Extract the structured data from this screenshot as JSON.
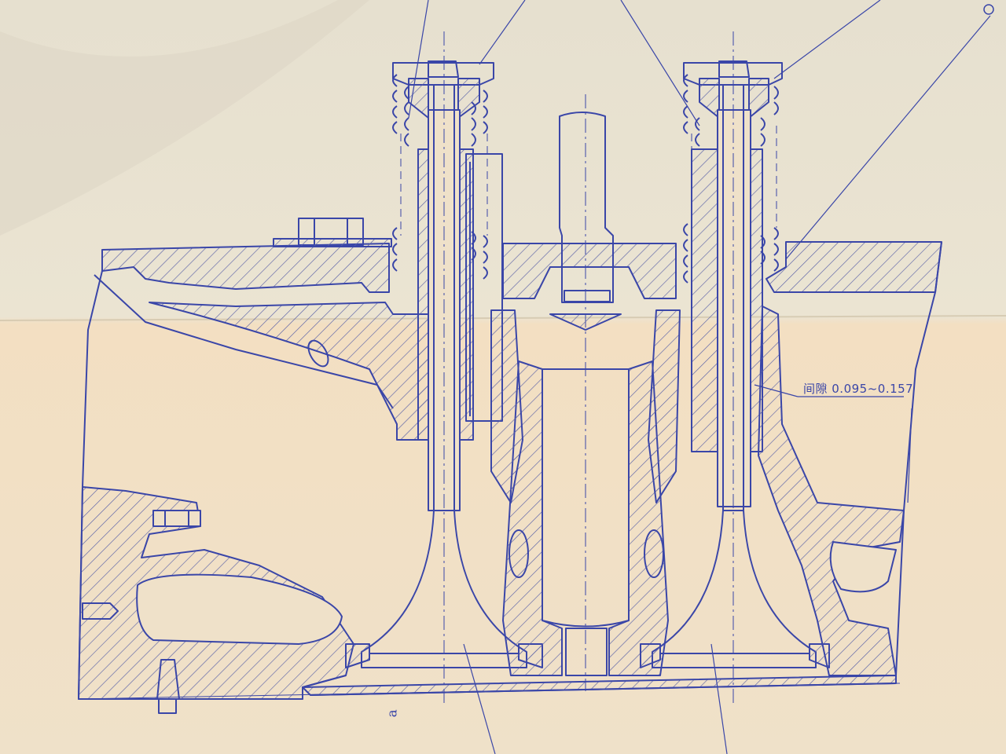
{
  "annotations": {
    "clearance_note": "间隙 0.095~0.157",
    "section_mark": "a"
  },
  "colors": {
    "paper": "#e9e2cf",
    "paper_lower": "#f1dfc3",
    "ink": "#3a46a8",
    "hatch": "#5b62a8"
  },
  "drawing_type": "cylinder head valve assembly section view"
}
